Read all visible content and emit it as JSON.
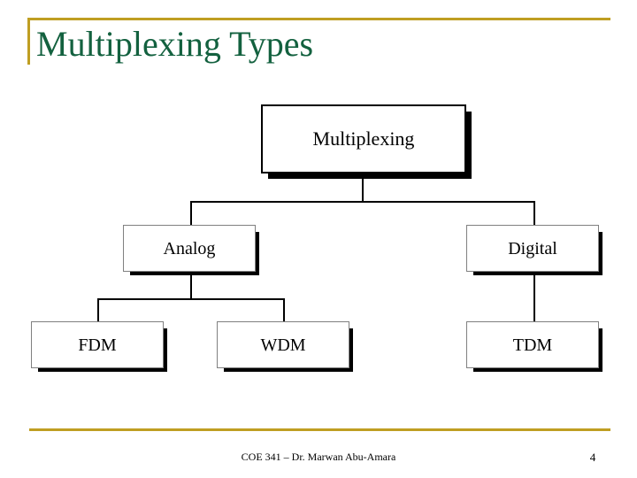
{
  "slide": {
    "title": "Multiplexing Types",
    "title_color": "#13613f",
    "accent_color": "#bf9e22",
    "background_color": "#ffffff"
  },
  "diagram": {
    "type": "tree",
    "nodes": [
      {
        "id": "multiplexing",
        "label": "Multiplexing",
        "level": 0
      },
      {
        "id": "analog",
        "label": "Analog",
        "level": 1
      },
      {
        "id": "digital",
        "label": "Digital",
        "level": 1
      },
      {
        "id": "fdm",
        "label": "FDM",
        "level": 2
      },
      {
        "id": "wdm",
        "label": "WDM",
        "level": 2
      },
      {
        "id": "tdm",
        "label": "TDM",
        "level": 2
      }
    ],
    "edges": [
      {
        "from": "multiplexing",
        "to": "analog"
      },
      {
        "from": "multiplexing",
        "to": "digital"
      },
      {
        "from": "analog",
        "to": "fdm"
      },
      {
        "from": "analog",
        "to": "wdm"
      },
      {
        "from": "digital",
        "to": "tdm"
      }
    ]
  },
  "footer": {
    "center_text": "COE 341 – Dr. Marwan Abu-Amara",
    "page_number": "4"
  }
}
